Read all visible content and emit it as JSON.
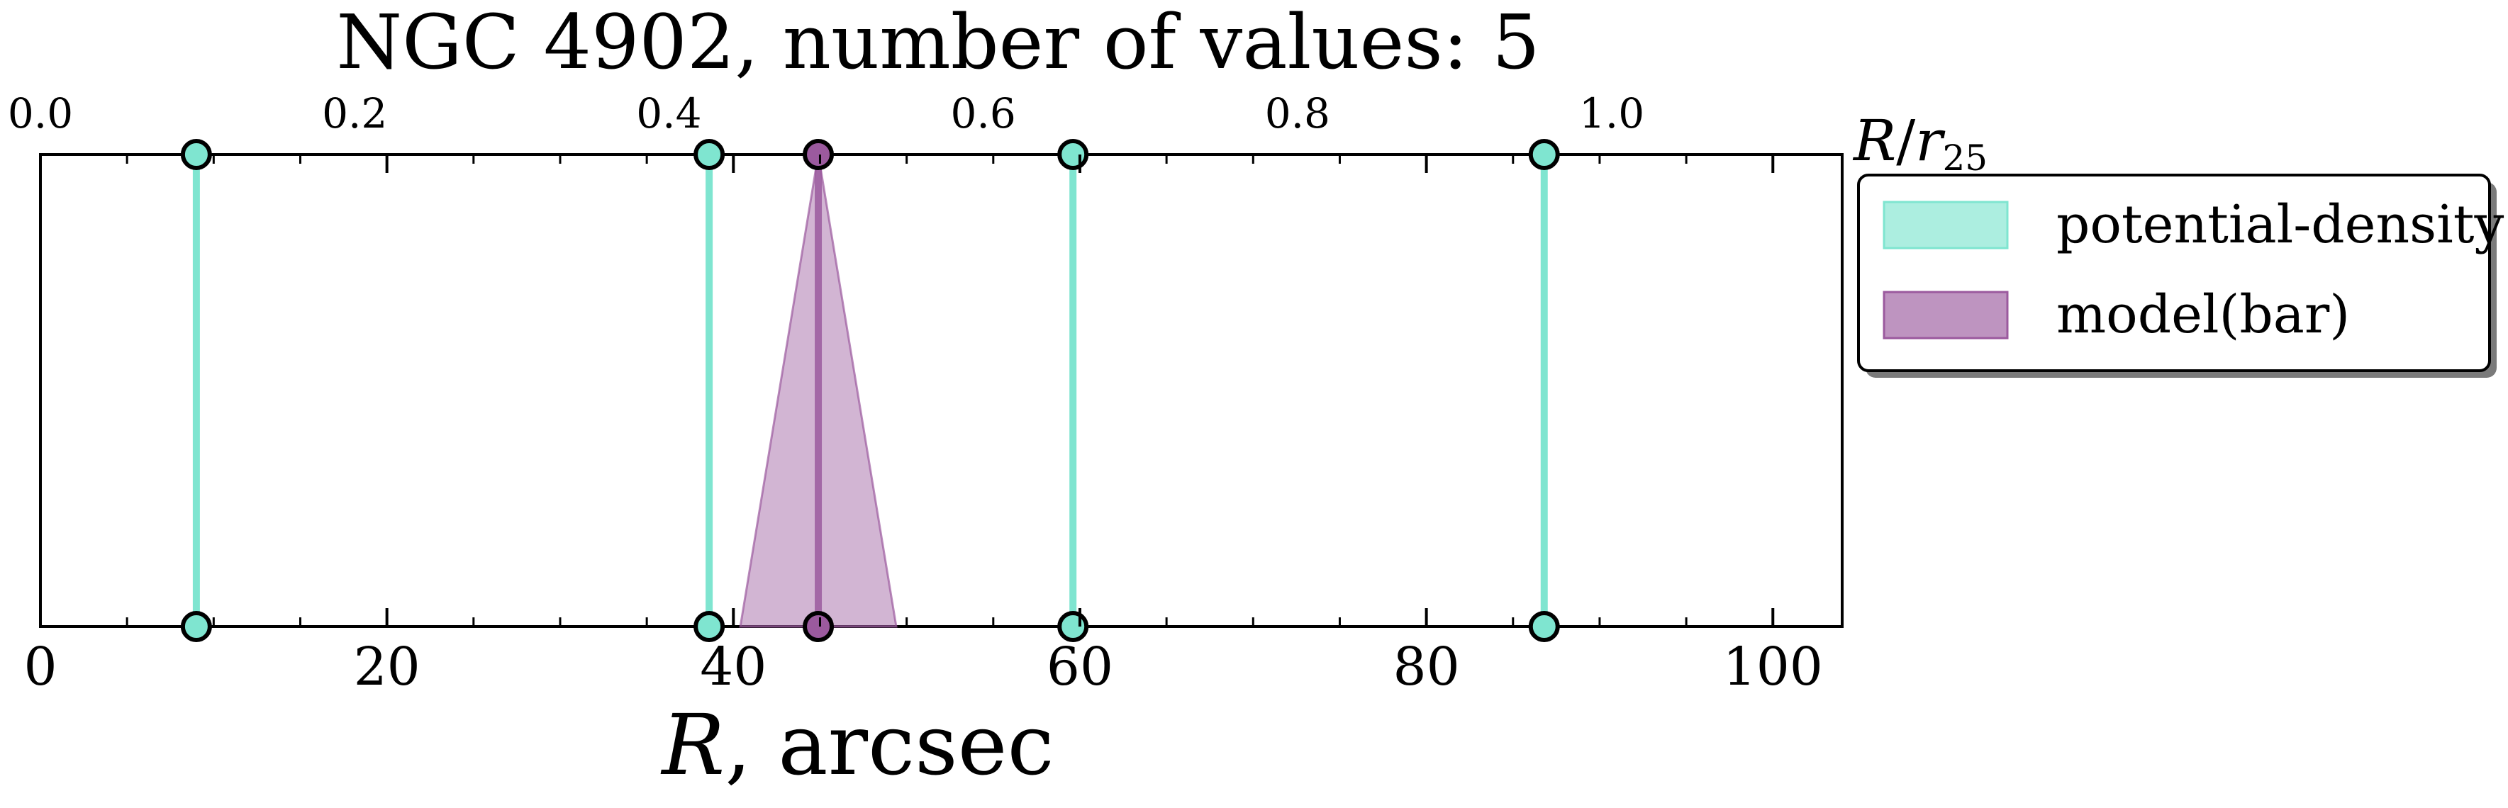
{
  "chart_data": {
    "type": "scatter",
    "title": "NGC 4902, number of values: 5",
    "xlabel_italic": "R",
    "xlabel_rest": ", arcsec",
    "top_axis_label": "R/r25",
    "xlim": [
      0,
      104
    ],
    "top_axis": {
      "ticks": [
        0.0,
        0.2,
        0.4,
        0.6,
        0.8,
        1.0
      ],
      "tick_labels": [
        "0.0",
        "0.2",
        "0.4",
        "0.6",
        "0.8",
        "1.0"
      ],
      "r25_arcsec": 90.7
    },
    "bottom_axis": {
      "ticks": [
        0,
        20,
        40,
        60,
        80,
        100
      ],
      "tick_labels": [
        "0",
        "20",
        "40",
        "60",
        "80",
        "100"
      ]
    },
    "yaxis_visible": false,
    "grid": false,
    "legend_position": "outside-right-top",
    "series": [
      {
        "name": "potential-density",
        "color": "#7fe5d0",
        "values_arcsec": [
          9,
          38.6,
          59.6,
          86.8
        ],
        "error": 0
      },
      {
        "name": "model(bar)",
        "color": "#9b5a9e",
        "values_arcsec": [
          44.9
        ],
        "error": 4.5
      }
    ]
  }
}
